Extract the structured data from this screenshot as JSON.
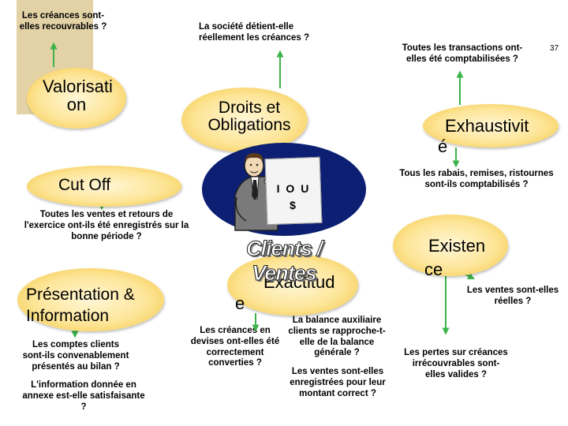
{
  "page_number": "37",
  "ovals": {
    "valorisation": "Valorisati on",
    "droits": "Droits et Obligations",
    "exhaustivite_main": "Exhaustivit",
    "exhaustivite_tail": "é",
    "cutoff": "Cut Off",
    "existence_main": "Existen",
    "existence_tail": "ce",
    "presentation": "Présentation & Information",
    "exactitude_main": "Exactitud",
    "exactitude_tail": "e"
  },
  "questions": {
    "recouvrables": "Les créances sont-elles recouvrables ?",
    "detient": "La société détient-elle réellement les créances ?",
    "comptabilisees": "Toutes les transactions ont-elles été comptabilisées ?",
    "rabais": "Tous les rabais, remises, ristournes sont-ils comptabilisés ?",
    "ventes_retours": "Toutes les ventes et retours de l'exercice ont-ils été enregistrés sur la bonne période ?",
    "ventes_reelles": "Les ventes sont-elles réelles ?",
    "pertes": "Les pertes sur créances irrécouvrables sont-elles valides ?",
    "comptes_clients": "Les comptes clients sont-ils convenablement présentés au bilan ?",
    "annexe": "L'information donnée en annexe est-elle satisfaisante ?",
    "devises": "Les créances en devises ont-elles été correctement converties ?",
    "balance": "La balance auxiliaire clients se rapproche-t-elle de la balance générale ?",
    "ventes_enregistrees": "Les ventes sont-elles enregistrées pour leur montant correct ?"
  },
  "center": {
    "iou_line1": "I O U",
    "iou_line2": "$",
    "banner": "Clients / Ventes"
  },
  "colors": {
    "oval_fill": "#fde597",
    "oval_edge": "#f3c237",
    "arrow": "#3cb34a",
    "center_disc": "#0c1f73",
    "panel": "#e3d2a6"
  }
}
